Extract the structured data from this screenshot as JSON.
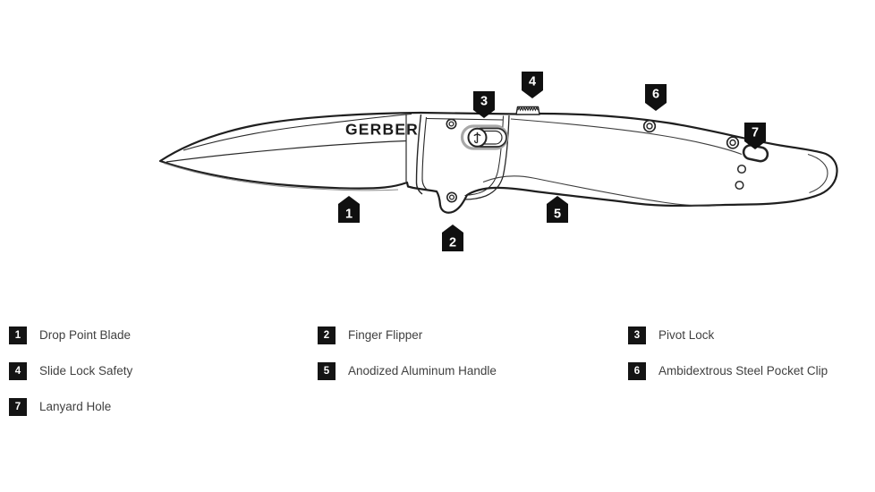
{
  "diagram": {
    "brand": "GERBER"
  },
  "legend": {
    "items": [
      {
        "number": "1",
        "label": "Drop Point Blade"
      },
      {
        "number": "2",
        "label": "Finger Flipper"
      },
      {
        "number": "3",
        "label": "Pivot Lock"
      },
      {
        "number": "4",
        "label": "Slide Lock Safety"
      },
      {
        "number": "5",
        "label": "Anodized Aluminum Handle"
      },
      {
        "number": "6",
        "label": "Ambidextrous Steel Pocket Clip"
      },
      {
        "number": "7",
        "label": "Lanyard Hole"
      }
    ]
  },
  "colors": {
    "background": "#ffffff",
    "outline": "#1f1f1f",
    "marker_bg": "#101010",
    "marker_text": "#ffffff",
    "legend_badge_bg": "#141414",
    "legend_text": "#404040",
    "pivot_ring_gray": "#a8a8a8"
  }
}
